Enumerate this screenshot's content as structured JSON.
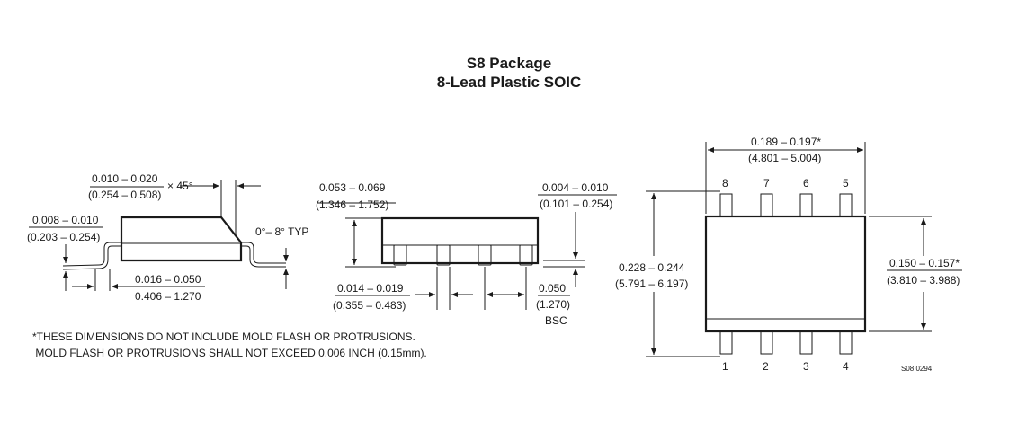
{
  "title": {
    "line1": "S8 Package",
    "line2": "8-Lead Plastic SOIC"
  },
  "side_view_left": {
    "chamfer_in": "0.010 – 0.020",
    "chamfer_mm": "(0.254 – 0.508)",
    "chamfer_suffix": "× 45°",
    "lead_thk_in": "0.008 – 0.010",
    "lead_thk_mm": "(0.203 – 0.254)",
    "angle": "0°– 8° TYP",
    "foot_in": "0.016 – 0.050",
    "foot_mm": "0.406 – 1.270"
  },
  "side_view_middle": {
    "height_in": "0.053 – 0.069",
    "height_mm": "(1.346 – 1.752)",
    "standoff_in": "0.004 – 0.010",
    "standoff_mm": "(0.101 – 0.254)",
    "lead_w_in": "0.014 – 0.019",
    "lead_w_mm": "(0.355 – 0.483)",
    "pitch_in": "0.050",
    "pitch_mm": "(1.270)",
    "pitch_note": "BSC"
  },
  "top_view": {
    "length_in": "0.189 – 0.197*",
    "length_mm": "(4.801 – 5.004)",
    "span_in": "0.228 – 0.244",
    "span_mm": "(5.791 – 6.197)",
    "width_in": "0.150 – 0.157*",
    "width_mm": "(3.810 – 3.988)",
    "pins_top": [
      "8",
      "7",
      "6",
      "5"
    ],
    "pins_bottom": [
      "1",
      "2",
      "3",
      "4"
    ],
    "code": "S08  0294"
  },
  "note": {
    "line1": "*THESE DIMENSIONS DO NOT INCLUDE MOLD FLASH OR PROTRUSIONS.",
    "line2": " MOLD FLASH OR PROTRUSIONS SHALL NOT EXCEED 0.006 INCH (0.15mm)."
  }
}
